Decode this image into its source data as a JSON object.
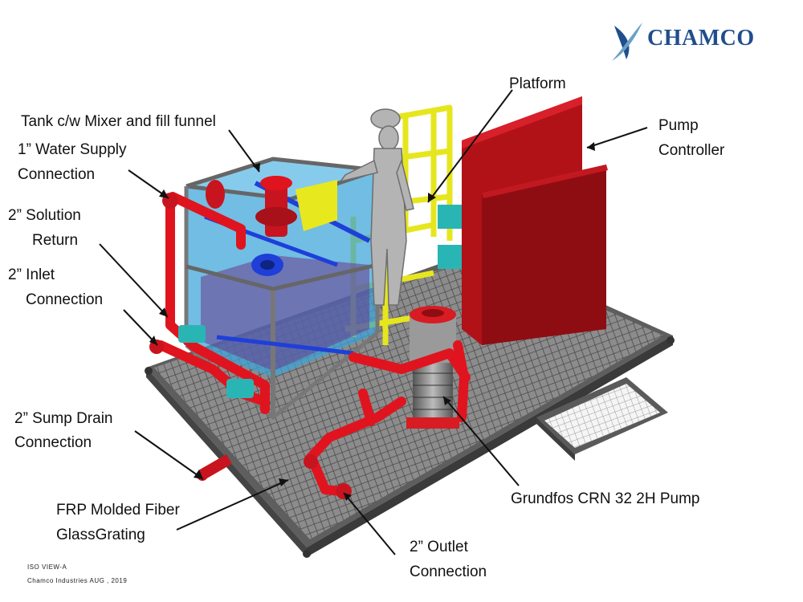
{
  "logo": {
    "text": "CHAMCO"
  },
  "labels": {
    "platform": "Platform",
    "tank": "Tank c/w Mixer and fill funnel",
    "pump_controller_1": "Pump",
    "pump_controller_2": "Controller",
    "water_supply_1": "1” Water Supply",
    "water_supply_2": "Connection",
    "solution_return_1": "2” Solution",
    "solution_return_2": "Return",
    "inlet_1": "2” Inlet",
    "inlet_2": "Connection",
    "sump_drain_1": "2” Sump Drain",
    "sump_drain_2": "Connection",
    "frp_1": "FRP Molded Fiber",
    "frp_2": "GlassGrating",
    "grundfos": "Grundfos CRN 32 2H Pump",
    "outlet_1": "2” Outlet",
    "outlet_2": "Connection"
  },
  "footer": {
    "view": "ISO VIEW-A",
    "company_date": "Chamco Industries  AUG , 2019"
  },
  "colors": {
    "pipe_red": "#e0141e",
    "cabinet_red": "#b01218",
    "rail_yellow": "#e6e61e",
    "tank_blue": "#3aa3d8",
    "frame_gray": "#8a8a8a",
    "valve_teal": "#2ab5b5",
    "logo_blue": "#1f4e8c"
  }
}
